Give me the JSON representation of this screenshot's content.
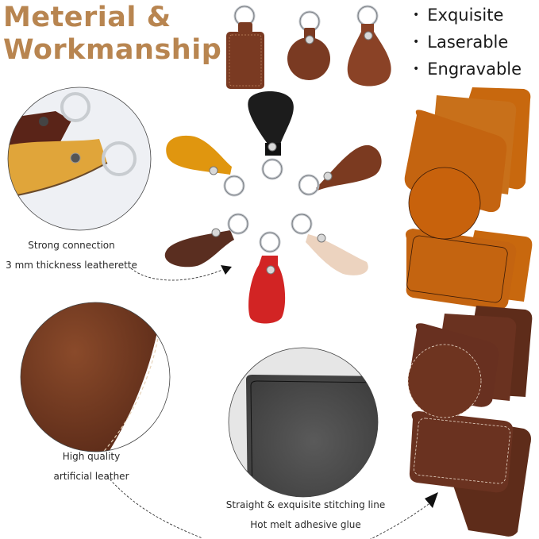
{
  "title": {
    "line1": "Meterial &",
    "line2": "Workmanship",
    "color": "#b88550"
  },
  "features": [
    "Exquisite",
    "Laserable",
    "Engravable"
  ],
  "captions": {
    "connection": {
      "line1": "Strong connection",
      "line2": "3 mm thickness leatherette"
    },
    "leather": {
      "line1": "High quality",
      "line2": "artificial leather"
    },
    "stitching": {
      "line1": "Straight & exquisite stitching line",
      "line2": "Hot melt adhesive glue"
    }
  },
  "products": {
    "top_keychains": [
      {
        "shape": "rectangle",
        "color": "#7a3a22"
      },
      {
        "shape": "round",
        "color": "#7a3a22"
      },
      {
        "shape": "teardrop",
        "color": "#8a4226"
      }
    ],
    "color_keychains": [
      {
        "color_name": "black",
        "color": "#1c1c1c"
      },
      {
        "color_name": "yellow",
        "color": "#e0960f"
      },
      {
        "color_name": "brown",
        "color": "#7b3a20"
      },
      {
        "color_name": "dark-brown",
        "color": "#5a2e20"
      },
      {
        "color_name": "beige",
        "color": "#ecd3bf"
      },
      {
        "color_name": "red",
        "color": "#d22424"
      }
    ],
    "coaster_sets": [
      {
        "color_name": "orange",
        "color": "#c8680e",
        "stitch": "#3a1a08"
      },
      {
        "color_name": "rustic-brown",
        "color": "#6a3220",
        "stitch": "#e8d8c8"
      }
    ]
  }
}
